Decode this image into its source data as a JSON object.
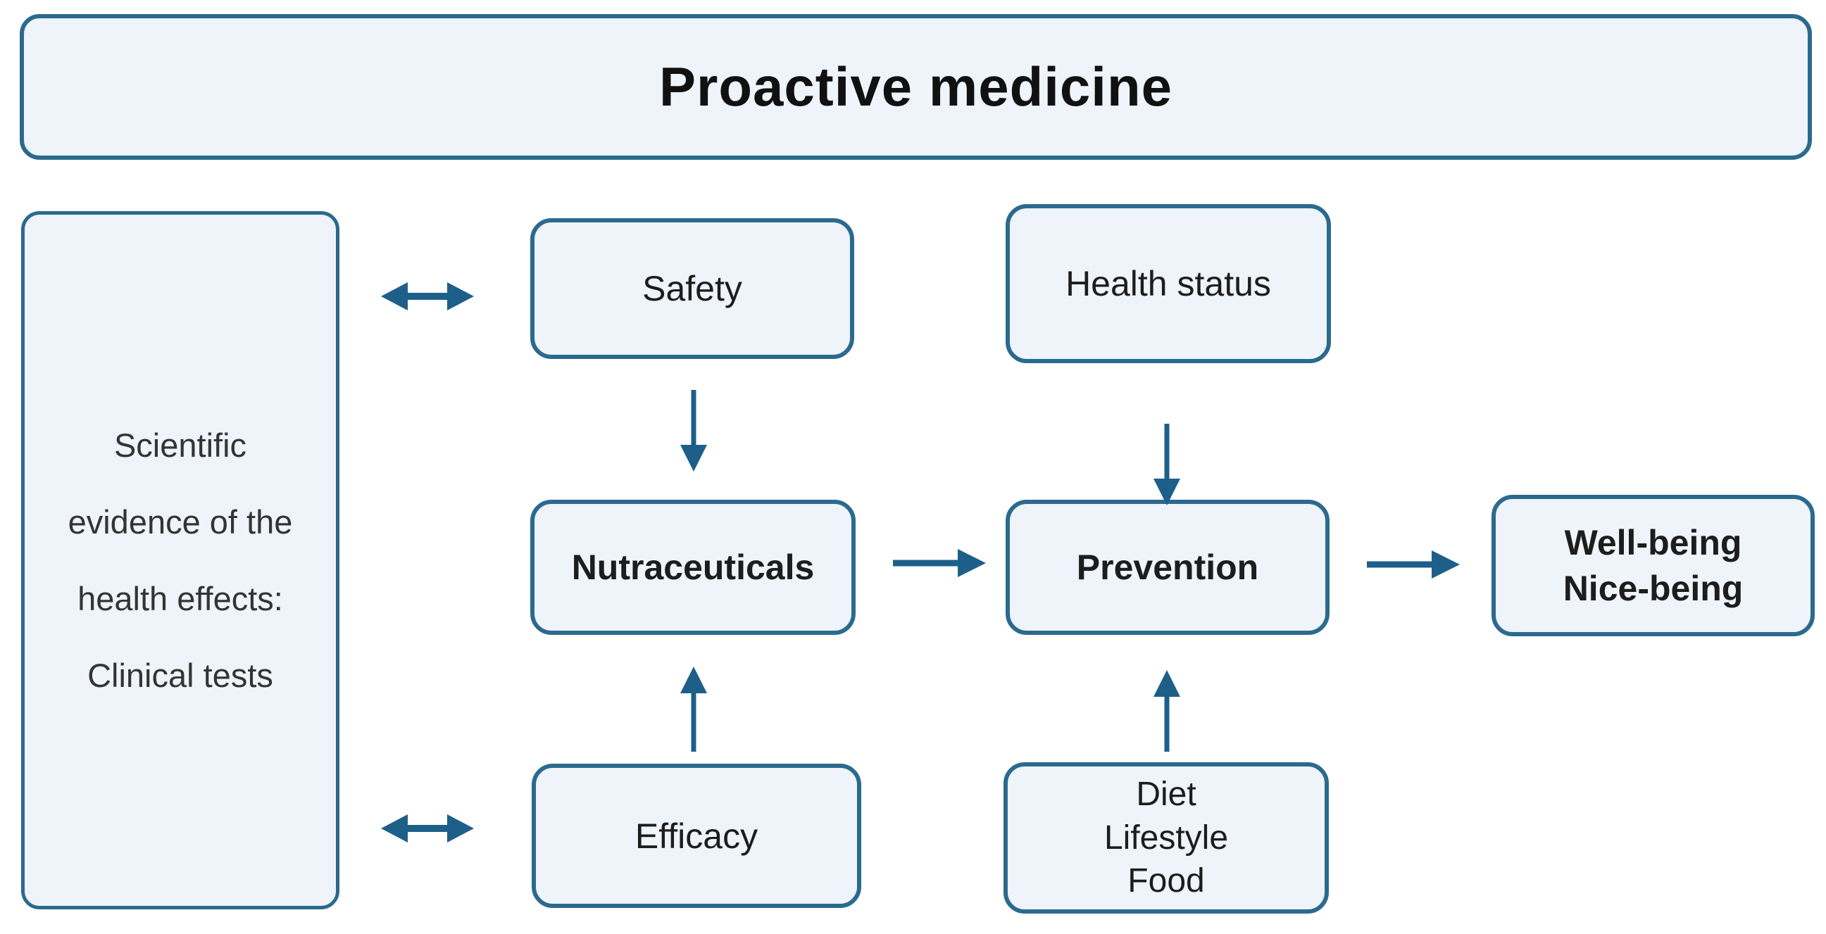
{
  "title": {
    "text": "Proactive medicine"
  },
  "colors": {
    "boxFill": "#eef4fa",
    "boxBorder": "#2b6a8e",
    "arrow": "#1e5f8a",
    "titleText": "#111111",
    "labelText": "#1d1d1d",
    "paragraphText": "#343434",
    "background": "#ffffff"
  },
  "boxes": {
    "evidence": {
      "line1": "Scientific",
      "line2": "evidence of the",
      "line3": "health effects:",
      "line4": "Clinical tests"
    },
    "safety": {
      "label": "Safety"
    },
    "health_status": {
      "label": "Health status"
    },
    "nutraceuticals": {
      "label": "Nutraceuticals"
    },
    "prevention": {
      "label": "Prevention"
    },
    "well_being": {
      "line1": "Well-being",
      "line2": "Nice-being"
    },
    "efficacy": {
      "label": "Efficacy"
    },
    "diet": {
      "line1": "Diet",
      "line2": "Lifestyle",
      "line3": "Food"
    }
  },
  "arrows": [
    {
      "name": "evidence-safety",
      "style": "double-headed",
      "from": "Scientific evidence of the health effects: Clinical tests",
      "to": "Safety"
    },
    {
      "name": "evidence-efficacy",
      "style": "double-headed",
      "from": "Scientific evidence of the health effects: Clinical tests",
      "to": "Efficacy"
    },
    {
      "name": "safety-nutraceuticals",
      "style": "single",
      "from": "Safety",
      "to": "Nutraceuticals"
    },
    {
      "name": "health-status-prevention",
      "style": "single",
      "from": "Health status",
      "to": "Prevention"
    },
    {
      "name": "efficacy-nutraceuticals",
      "style": "single",
      "from": "Efficacy",
      "to": "Nutraceuticals"
    },
    {
      "name": "diet-prevention",
      "style": "single",
      "from": "Diet Lifestyle Food",
      "to": "Prevention"
    },
    {
      "name": "nutraceuticals-prevention",
      "style": "single",
      "from": "Nutraceuticals",
      "to": "Prevention"
    },
    {
      "name": "prevention-wellbeing",
      "style": "single",
      "from": "Prevention",
      "to": "Well-being Nice-being"
    }
  ]
}
